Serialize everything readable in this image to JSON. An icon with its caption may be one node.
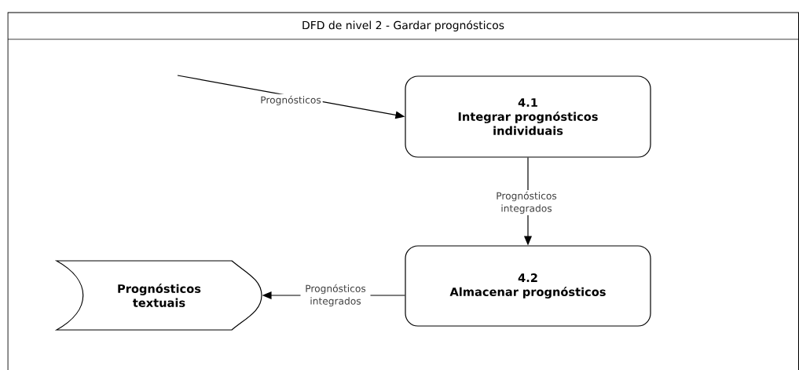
{
  "diagram": {
    "title": "DFD de nivel 2 - Gardar prognósticos",
    "nodes": [
      {
        "text": [
          "4.1",
          "Integrar prognósticos individuais"
        ]
      },
      {
        "text": [
          "Prognósticos textuais"
        ]
      },
      {
        "text": [
          "4.2",
          "Almacenar prognósticos"
        ]
      }
    ],
    "edges": [
      {
        "from": null,
        "to": 0,
        "arrow": "to",
        "label": "Prognósticos"
      },
      {
        "from": 0,
        "to": 2,
        "arrow": "to",
        "label": "Prognósticos integrados"
      },
      {
        "from": 2,
        "to": 1,
        "arrow": "to",
        "label": "Prognósticos integrados"
      }
    ]
  }
}
